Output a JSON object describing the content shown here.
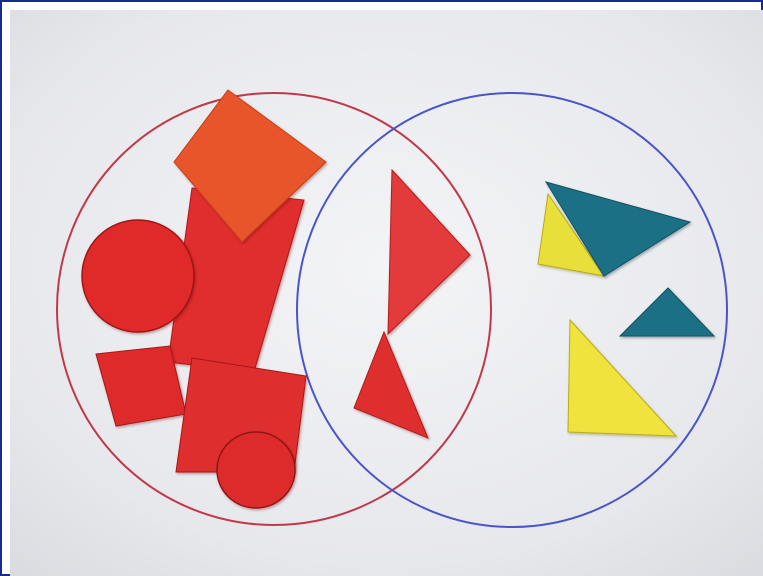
{
  "scene": {
    "board_color": "#ecedf0",
    "frame_color": "#1a2a8c",
    "circles": [
      {
        "name": "red-set-circle",
        "color": "#c0394a"
      },
      {
        "name": "blue-set-circle",
        "color": "#4a55c8"
      }
    ],
    "shapes": [
      {
        "name": "orange-square",
        "kind": "square",
        "color": "#e8542a"
      },
      {
        "name": "red-large-rectangle",
        "kind": "rectangle",
        "color": "#e02d2d"
      },
      {
        "name": "red-circle-large",
        "kind": "circle",
        "color": "#e02a2a"
      },
      {
        "name": "red-square-small",
        "kind": "square",
        "color": "#de2c2c"
      },
      {
        "name": "red-square-large",
        "kind": "square",
        "color": "#df2d2f"
      },
      {
        "name": "red-circle-small",
        "kind": "circle",
        "color": "#dd2a2a"
      },
      {
        "name": "red-triangle-large",
        "kind": "triangle",
        "color": "#e33a3a"
      },
      {
        "name": "red-triangle-small",
        "kind": "triangle",
        "color": "#de2f2f"
      },
      {
        "name": "blue-triangle-large",
        "kind": "triangle",
        "color": "#1f6f86"
      },
      {
        "name": "yellow-triangle-small",
        "kind": "triangle",
        "color": "#e8df3a"
      },
      {
        "name": "blue-triangle-small",
        "kind": "triangle",
        "color": "#1f6f86"
      },
      {
        "name": "yellow-triangle-large",
        "kind": "triangle",
        "color": "#f0e33c"
      }
    ]
  }
}
